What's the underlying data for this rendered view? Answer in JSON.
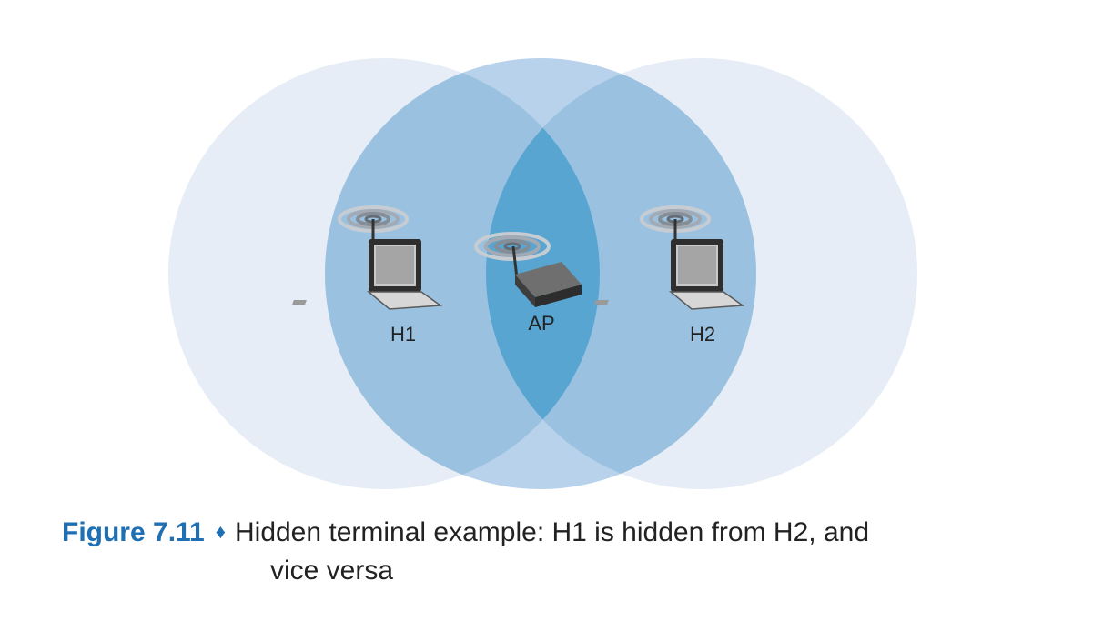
{
  "diagram": {
    "nodes": {
      "h1": {
        "label": "H1",
        "type": "laptop"
      },
      "ap": {
        "label": "AP",
        "type": "access-point"
      },
      "h2": {
        "label": "H2",
        "type": "laptop"
      }
    },
    "colors": {
      "outer_range": "#e6edf6",
      "inner_overlap": "#9ac2e0",
      "ap_range_light": "#b7d2ea",
      "core_overlap": "#58a5d2"
    }
  },
  "caption": {
    "figure_number": "Figure 7.11",
    "separator": "♦",
    "line1": "Hidden terminal example: H1 is hidden from H2, and",
    "line2": "vice versa"
  }
}
